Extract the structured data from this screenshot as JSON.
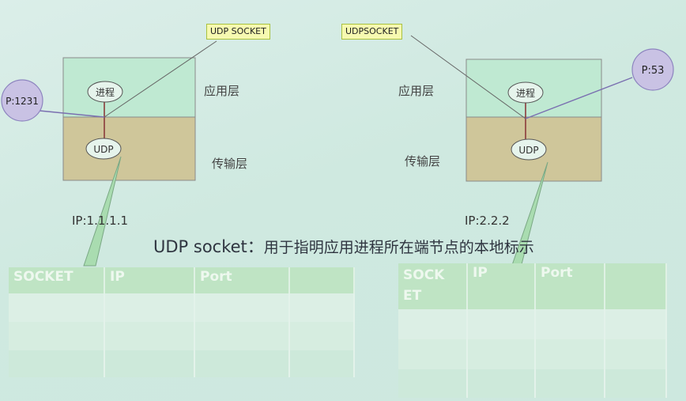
{
  "left_host": {
    "socket_label": "UDP SOCKET",
    "process_label": "进程",
    "udp_label": "UDP",
    "port_label": "P:1231",
    "app_layer_label": "应用层",
    "transport_layer_label": "传输层",
    "ip_label": "IP:1.1.1.1"
  },
  "right_host": {
    "socket_label": "UDPSOCKET",
    "process_label": "进程",
    "udp_label": "UDP",
    "port_label": "P:53",
    "app_layer_label": "应用层",
    "transport_layer_label": "传输层",
    "ip_label": "IP:2.2.2"
  },
  "caption": {
    "term": "UDP socket",
    "sep": "：",
    "desc": "用于指明应用进程所在端节点的本地标示"
  },
  "left_table": {
    "headers": [
      "SOCKET",
      "IP",
      "Port",
      ""
    ]
  },
  "right_table": {
    "headers": [
      "SOCK ET",
      "IP",
      "Port",
      ""
    ]
  },
  "colors": {
    "app_layer": "#bfe9d2",
    "transport_layer": "#cfc69a",
    "port_bubble": "#c9c2e4",
    "table_header": "#bfe4c4"
  }
}
